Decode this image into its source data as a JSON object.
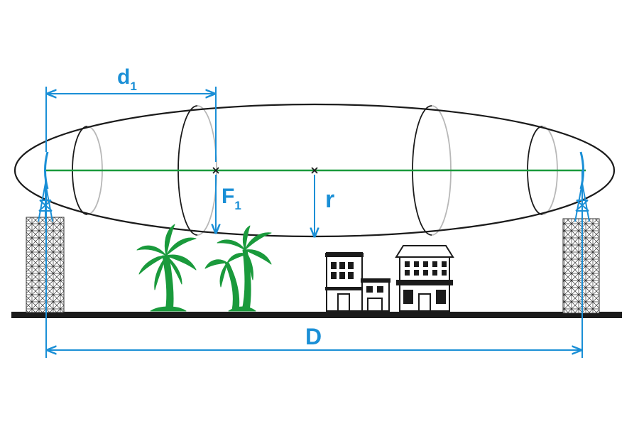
{
  "labels": {
    "d1_main": "d",
    "d1_sub": "1",
    "F1_main": "F",
    "F1_sub": "1",
    "r": "r",
    "D": "D"
  },
  "colors": {
    "dimension_blue": "#1a8fd6",
    "line_of_sight_green": "#1a9a3c",
    "tree_green": "#1a9a3c",
    "ground_black": "#1b1b1b",
    "ellipse_outline": "#1b1b1b",
    "hidden_section_gray": "#b8b8b8"
  },
  "icons": [
    "left-antenna-tower-icon",
    "right-antenna-tower-icon",
    "palm-tree-icon",
    "building-icon"
  ]
}
